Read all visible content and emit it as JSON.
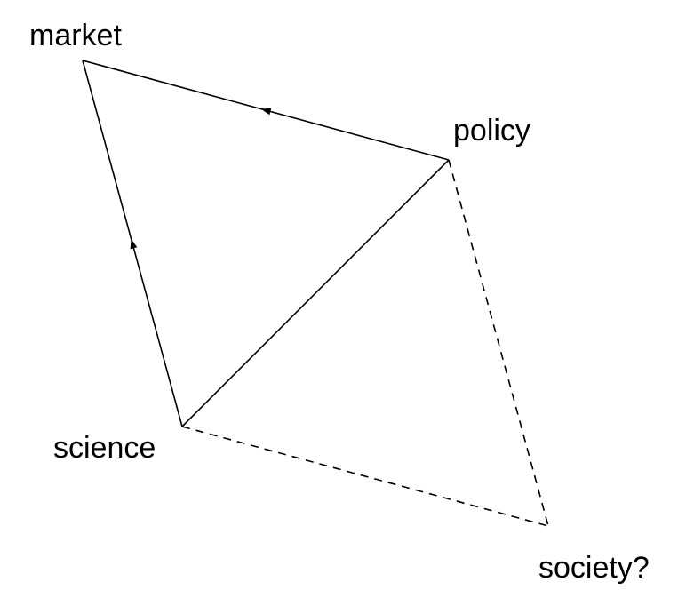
{
  "nodes": [
    {
      "id": "market",
      "label": "market"
    },
    {
      "id": "policy",
      "label": "policy"
    },
    {
      "id": "science",
      "label": "science"
    },
    {
      "id": "society",
      "label": "society?"
    }
  ],
  "edges": [
    {
      "from": "science",
      "to": "market",
      "style": "solid",
      "arrow": true
    },
    {
      "from": "policy",
      "to": "market",
      "style": "solid",
      "arrow": true
    },
    {
      "from": "science",
      "to": "policy",
      "style": "solid",
      "arrow": false
    },
    {
      "from": "science",
      "to": "society",
      "style": "dashed",
      "arrow": false
    },
    {
      "from": "policy",
      "to": "society",
      "style": "dashed",
      "arrow": false
    }
  ],
  "colors": {
    "line": "#000000",
    "background": "#ffffff"
  }
}
